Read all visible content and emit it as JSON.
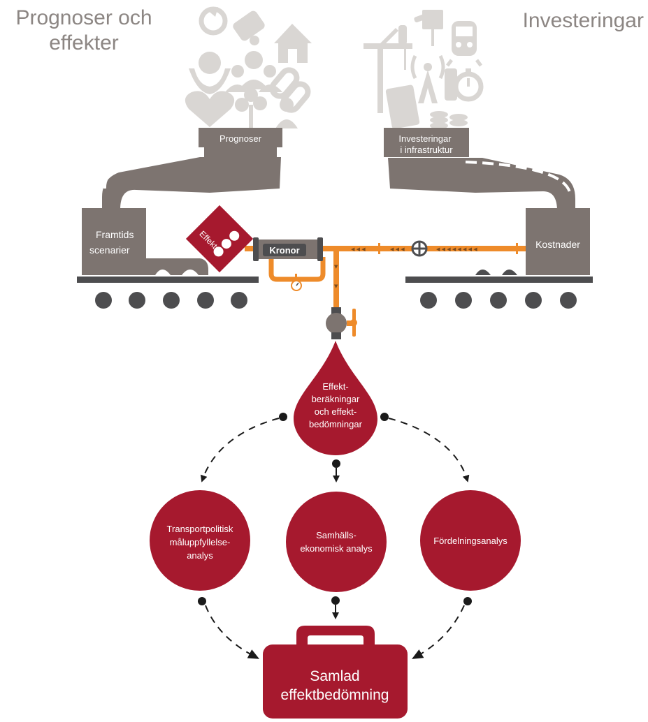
{
  "titles": {
    "left_line1": "Prognoser och",
    "left_line2": "effekter",
    "right": "Investeringar"
  },
  "hoppers": {
    "left": "Prognoser",
    "right_line1": "Investeringar",
    "right_line2": "i infrastruktur"
  },
  "wagons": {
    "left_line1": "Framtids",
    "left_line2": "scenarier",
    "right": "Kostnader"
  },
  "effekter_box": "Effekter",
  "converter": "Kronor",
  "drop": {
    "line1": "Effekt-",
    "line2": "beräkningar",
    "line3": "och effekt-",
    "line4": "bedömningar"
  },
  "analyses": {
    "left_line1": "Transportpolitisk",
    "left_line2": "måluppfyllelse-",
    "left_line3": "analys",
    "middle_line1": "Samhälls-",
    "middle_line2": "ekonomisk analys",
    "right": "Fördelningsanalys"
  },
  "result": {
    "line1": "Samlad",
    "line2": "effektbedömning"
  },
  "colors": {
    "brand_red": "#a6192e",
    "machine_gray": "#7d7470",
    "rail_dark": "#4d4d4f",
    "pipe_orange": "#ee8b2a",
    "icon_light": "#d9d6d3",
    "title_gray": "#8c8683"
  },
  "icons": {
    "left_cloud": [
      "recycle-icon",
      "diploma-icon",
      "house-icon",
      "globe-in-hands-icon",
      "people-icon",
      "chain-link-icon",
      "heart-pulse-icon",
      "tree-icon",
      "person-icon"
    ],
    "right_cloud": [
      "crane-icon",
      "sign-icon",
      "locomotive-icon",
      "radio-tower-icon",
      "traffic-light-icon",
      "stopwatch-icon",
      "calculator-icon",
      "coins-icon",
      "tools-icon"
    ]
  }
}
